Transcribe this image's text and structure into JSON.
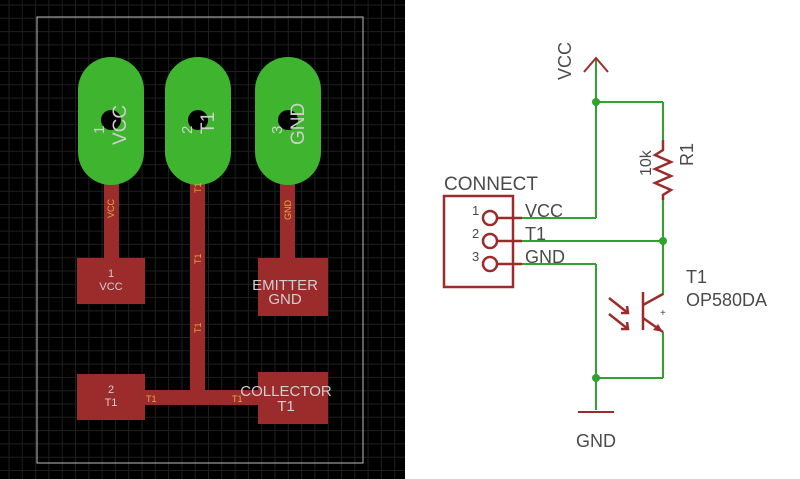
{
  "pcb": {
    "background_color": "#000000",
    "grid_color": "#1f1f1f",
    "outline_color": "#bdbdbd",
    "pad_color": "#3fb52f",
    "copper_color": "#9c2b2b",
    "text_color": "#cfcfcf",
    "trace_label_color": "#e2b040",
    "pads": [
      {
        "num": "1",
        "name": "VCC"
      },
      {
        "num": "2",
        "name": "T1"
      },
      {
        "num": "3",
        "name": "GND"
      }
    ],
    "trace_labels": {
      "vcc": "VCC",
      "t1_vertical": "T1",
      "t1_vertical_mid": "T1",
      "t1_vertical_low": "T1",
      "gnd": "GND",
      "t1_horizontal_left": "T1",
      "t1_horizontal_right": "T1"
    },
    "smd_pads": {
      "vcc_num": "1",
      "vcc_name": "VCC",
      "emitter_label": "EMITTER",
      "emitter_net": "GND",
      "t1_num": "2",
      "t1_name": "T1",
      "collector_label": "COLLECTOR",
      "collector_net": "T1"
    }
  },
  "schematic": {
    "wire_color": "#2fa22f",
    "symbol_color": "#9c2b2b",
    "text_color": "#4a4a4a",
    "vcc_label": "VCC",
    "gnd_label": "GND",
    "connector": {
      "title": "CONNECT",
      "pins": [
        {
          "num": "1",
          "net": "VCC"
        },
        {
          "num": "2",
          "net": "T1"
        },
        {
          "num": "3",
          "net": "GND"
        }
      ]
    },
    "resistor": {
      "value": "10k",
      "ref": "R1"
    },
    "transistor": {
      "ref": "T1",
      "part": "OP580DA"
    },
    "plus_sign": "+"
  }
}
